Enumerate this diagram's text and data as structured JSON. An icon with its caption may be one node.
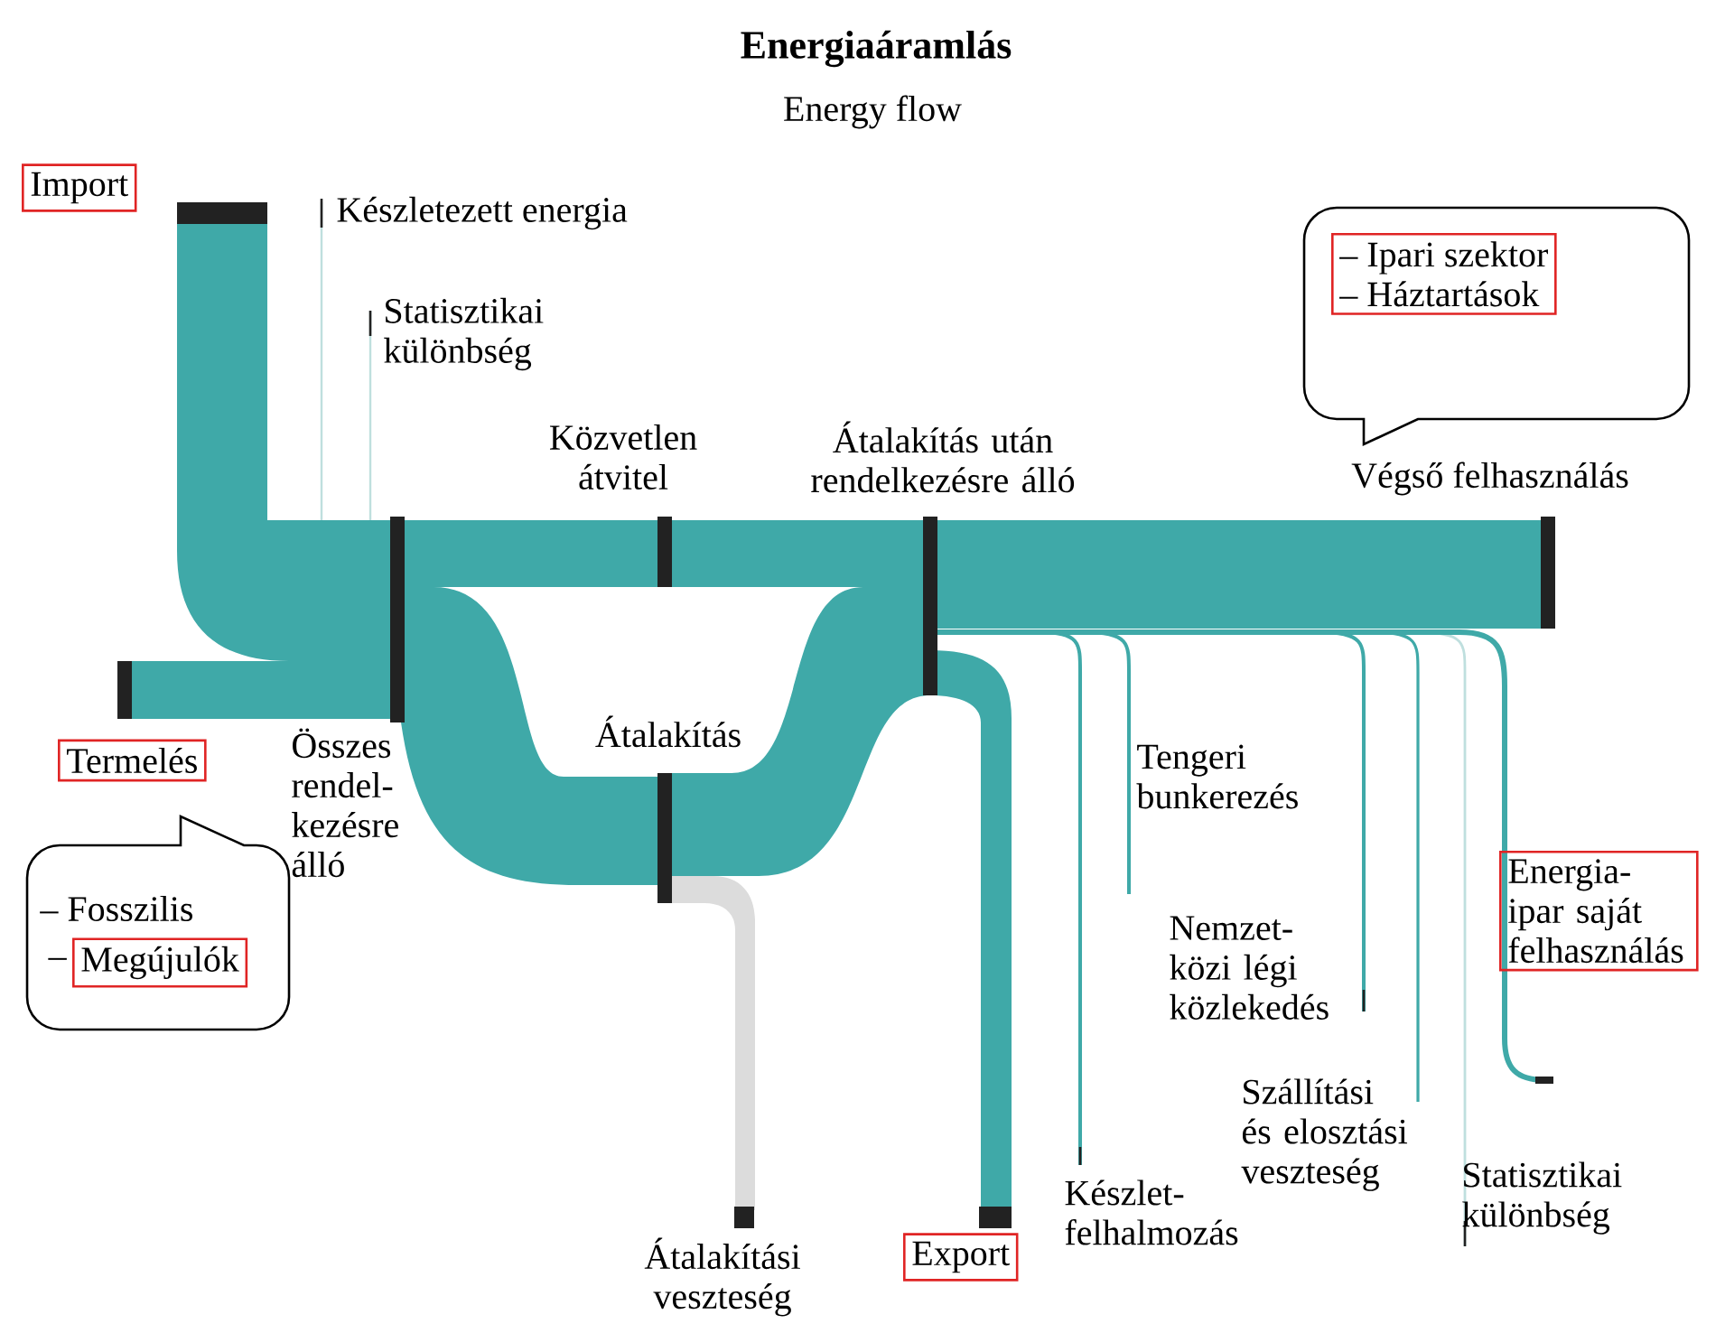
{
  "diagram": {
    "title": "Energiaáramlás",
    "caption": "Energy flow",
    "nodes": [
      {
        "text": [
          "Import"
        ]
      },
      {
        "text": [
          "Termelés"
        ]
      },
      {
        "text": [
          "– Fosszilis"
        ]
      },
      {
        "text": [
          "Megújulók"
        ],
        "in": 2,
        "beside": [
          "–"
        ]
      },
      {
        "text": [],
        "shape": "bubble"
      },
      {
        "text": [
          "– Ipari szektor",
          "– Háztartások"
        ],
        "in": 4
      },
      {
        "text": [
          "Energia- ipar saját felhasználás"
        ]
      },
      {
        "text": [
          "Export"
        ]
      }
    ],
    "labels": [
      "Készletezett energia",
      "Statisztikai különbség",
      "Közvetlen átvitel",
      "Átalakítás után rendelkezésre álló",
      "Végső felhasználás",
      "Összes rendel- kezésre álló",
      "Átalakítás",
      "Tengeri bunkerezés",
      "Nemzet- közi légi közlekedés",
      "Szállítási és elosztási veszteség",
      "Statisztikai különbség",
      "Készlet- felhalmozás",
      "Átalakítási veszteség"
    ]
  }
}
